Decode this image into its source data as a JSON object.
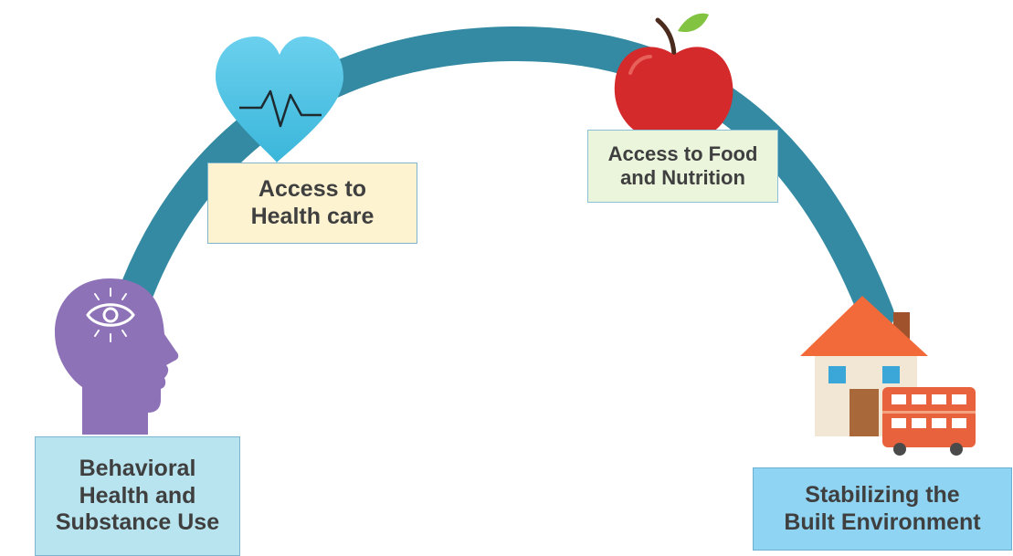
{
  "labels": {
    "health_care": [
      "Access to",
      "Health care"
    ],
    "food": [
      "Access to Food",
      "and Nutrition"
    ],
    "behavioral": [
      "Behavioral",
      "Health and",
      "Substance Use"
    ],
    "built_env": [
      "Stabilizing the",
      "Built Environment"
    ]
  },
  "icons": {
    "heart": "heart-pulse-icon",
    "apple": "apple-icon",
    "head": "head-eye-icon",
    "house": "house-bus-icon"
  },
  "colors": {
    "arc": "#338aa2",
    "heart": "#5cc6e8",
    "apple": "#d42a2c",
    "head": "#8e72b7",
    "roof": "#f36a3a",
    "bus": "#e8633d"
  }
}
